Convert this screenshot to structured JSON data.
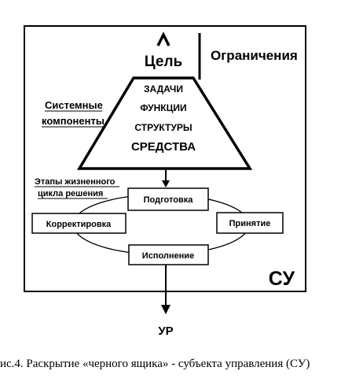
{
  "figure": {
    "goal": "Цель",
    "constraints": "Ограничения",
    "levels": [
      "ЗАДАЧИ",
      "ФУНКЦИИ",
      "СТРУКТУРЫ",
      "СРЕДСТВА"
    ],
    "system_components_line1": "Системные",
    "system_components_line2": "компоненты",
    "lifecycle_line1": "Этапы жизненного",
    "lifecycle_line2": "цикла решения",
    "stages": {
      "preparation": "Подготовка",
      "adoption": "Принятие",
      "execution": "Исполнение",
      "correction": "Корректировка"
    },
    "subject_label": "СУ",
    "object_label": "УР",
    "caption": "ис.4. Раскрытие «черного ящика» - субъекта управления (СУ)"
  }
}
